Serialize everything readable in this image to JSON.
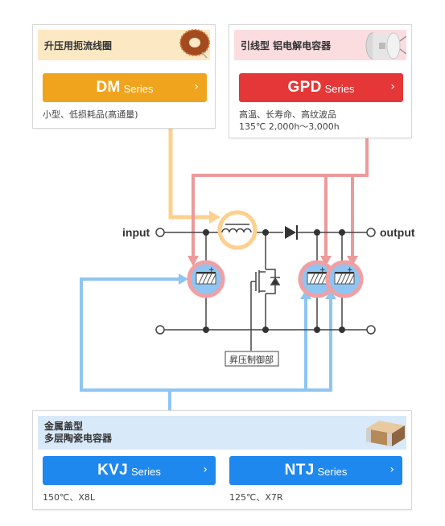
{
  "cards": {
    "inductor": {
      "title": "升压用扼流线圈",
      "button_main": "DM",
      "button_sub": "Series",
      "desc": "小型、低损耗品(高通量)",
      "accent": "#f0a41e",
      "image": "toroidal-inductor-icon"
    },
    "electrolytic": {
      "title": "引线型 铝电解电容器",
      "button_main": "GPD",
      "button_sub": "Series",
      "desc_line1": "高温、长寿命、高纹波品",
      "desc_line2": "135℃ 2,000h～3,000h",
      "accent": "#e53737",
      "image": "aluminum-capacitor-icon"
    },
    "ceramic": {
      "title_line1": "金属盖型",
      "title_line2": "多层陶瓷电容器",
      "image": "ceramic-capacitor-icon",
      "left": {
        "button_main": "KVJ",
        "button_sub": "Series",
        "desc": "150℃、X8L"
      },
      "right": {
        "button_main": "NTJ",
        "button_sub": "Series",
        "desc": "125℃、X7R"
      },
      "accent": "#1f88ee"
    }
  },
  "circuit": {
    "input_label": "input",
    "output_label": "output",
    "control_label": "昇压制御部",
    "arrow_colors": {
      "inductor": "#fdd08e",
      "electrolytic": "#ec9a9a",
      "ceramic": "#8ec5f2"
    }
  }
}
